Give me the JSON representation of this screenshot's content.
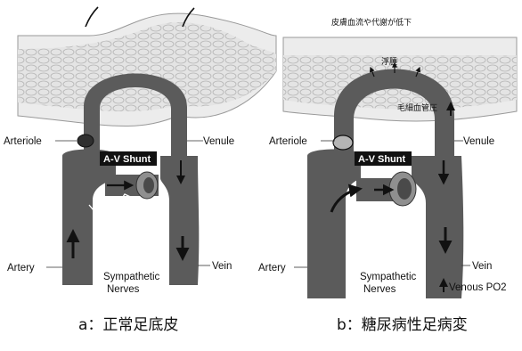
{
  "panel_a": {
    "labels": {
      "arteriole": "Arteriole",
      "shunt": "A-V Shunt",
      "venule": "Venule",
      "artery": "Artery",
      "sympathetic_1": "Sympathetic",
      "sympathetic_2": "Nerves",
      "vein": "Vein"
    },
    "caption": "a：正常足底皮"
  },
  "panel_b": {
    "top_note": "皮膚血流や代謝が低下",
    "edema": "浮腫",
    "capillary_pressure": "毛細血管圧",
    "labels": {
      "arteriole": "Arteriole",
      "shunt": "A-V Shunt",
      "venule": "Venule",
      "artery": "Artery",
      "sympathetic_1": "Sympathetic",
      "sympathetic_2": "Nerves",
      "vein": "Vein",
      "venous_po2": "Venous PO2"
    },
    "caption": "b：糖尿病性足病変"
  },
  "colors": {
    "vessel": "#5b5b5b",
    "vessel_light": "#9a9a9a",
    "skin": "#e6e6e6",
    "text": "#111111"
  }
}
